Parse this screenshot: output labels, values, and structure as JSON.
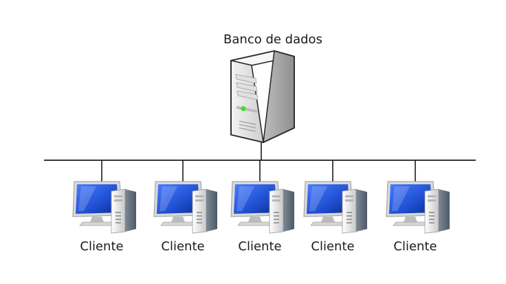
{
  "diagram": {
    "server_label": "Banco de dados",
    "clients": [
      {
        "label": "Cliente"
      },
      {
        "label": "Cliente"
      },
      {
        "label": "Cliente"
      },
      {
        "label": "Cliente"
      },
      {
        "label": "Cliente"
      }
    ],
    "colors": {
      "line": "#1a1a1a",
      "screen": "#1f4fd1",
      "tower_body": "#e6e6e6",
      "led": "#3ddc2e"
    }
  }
}
